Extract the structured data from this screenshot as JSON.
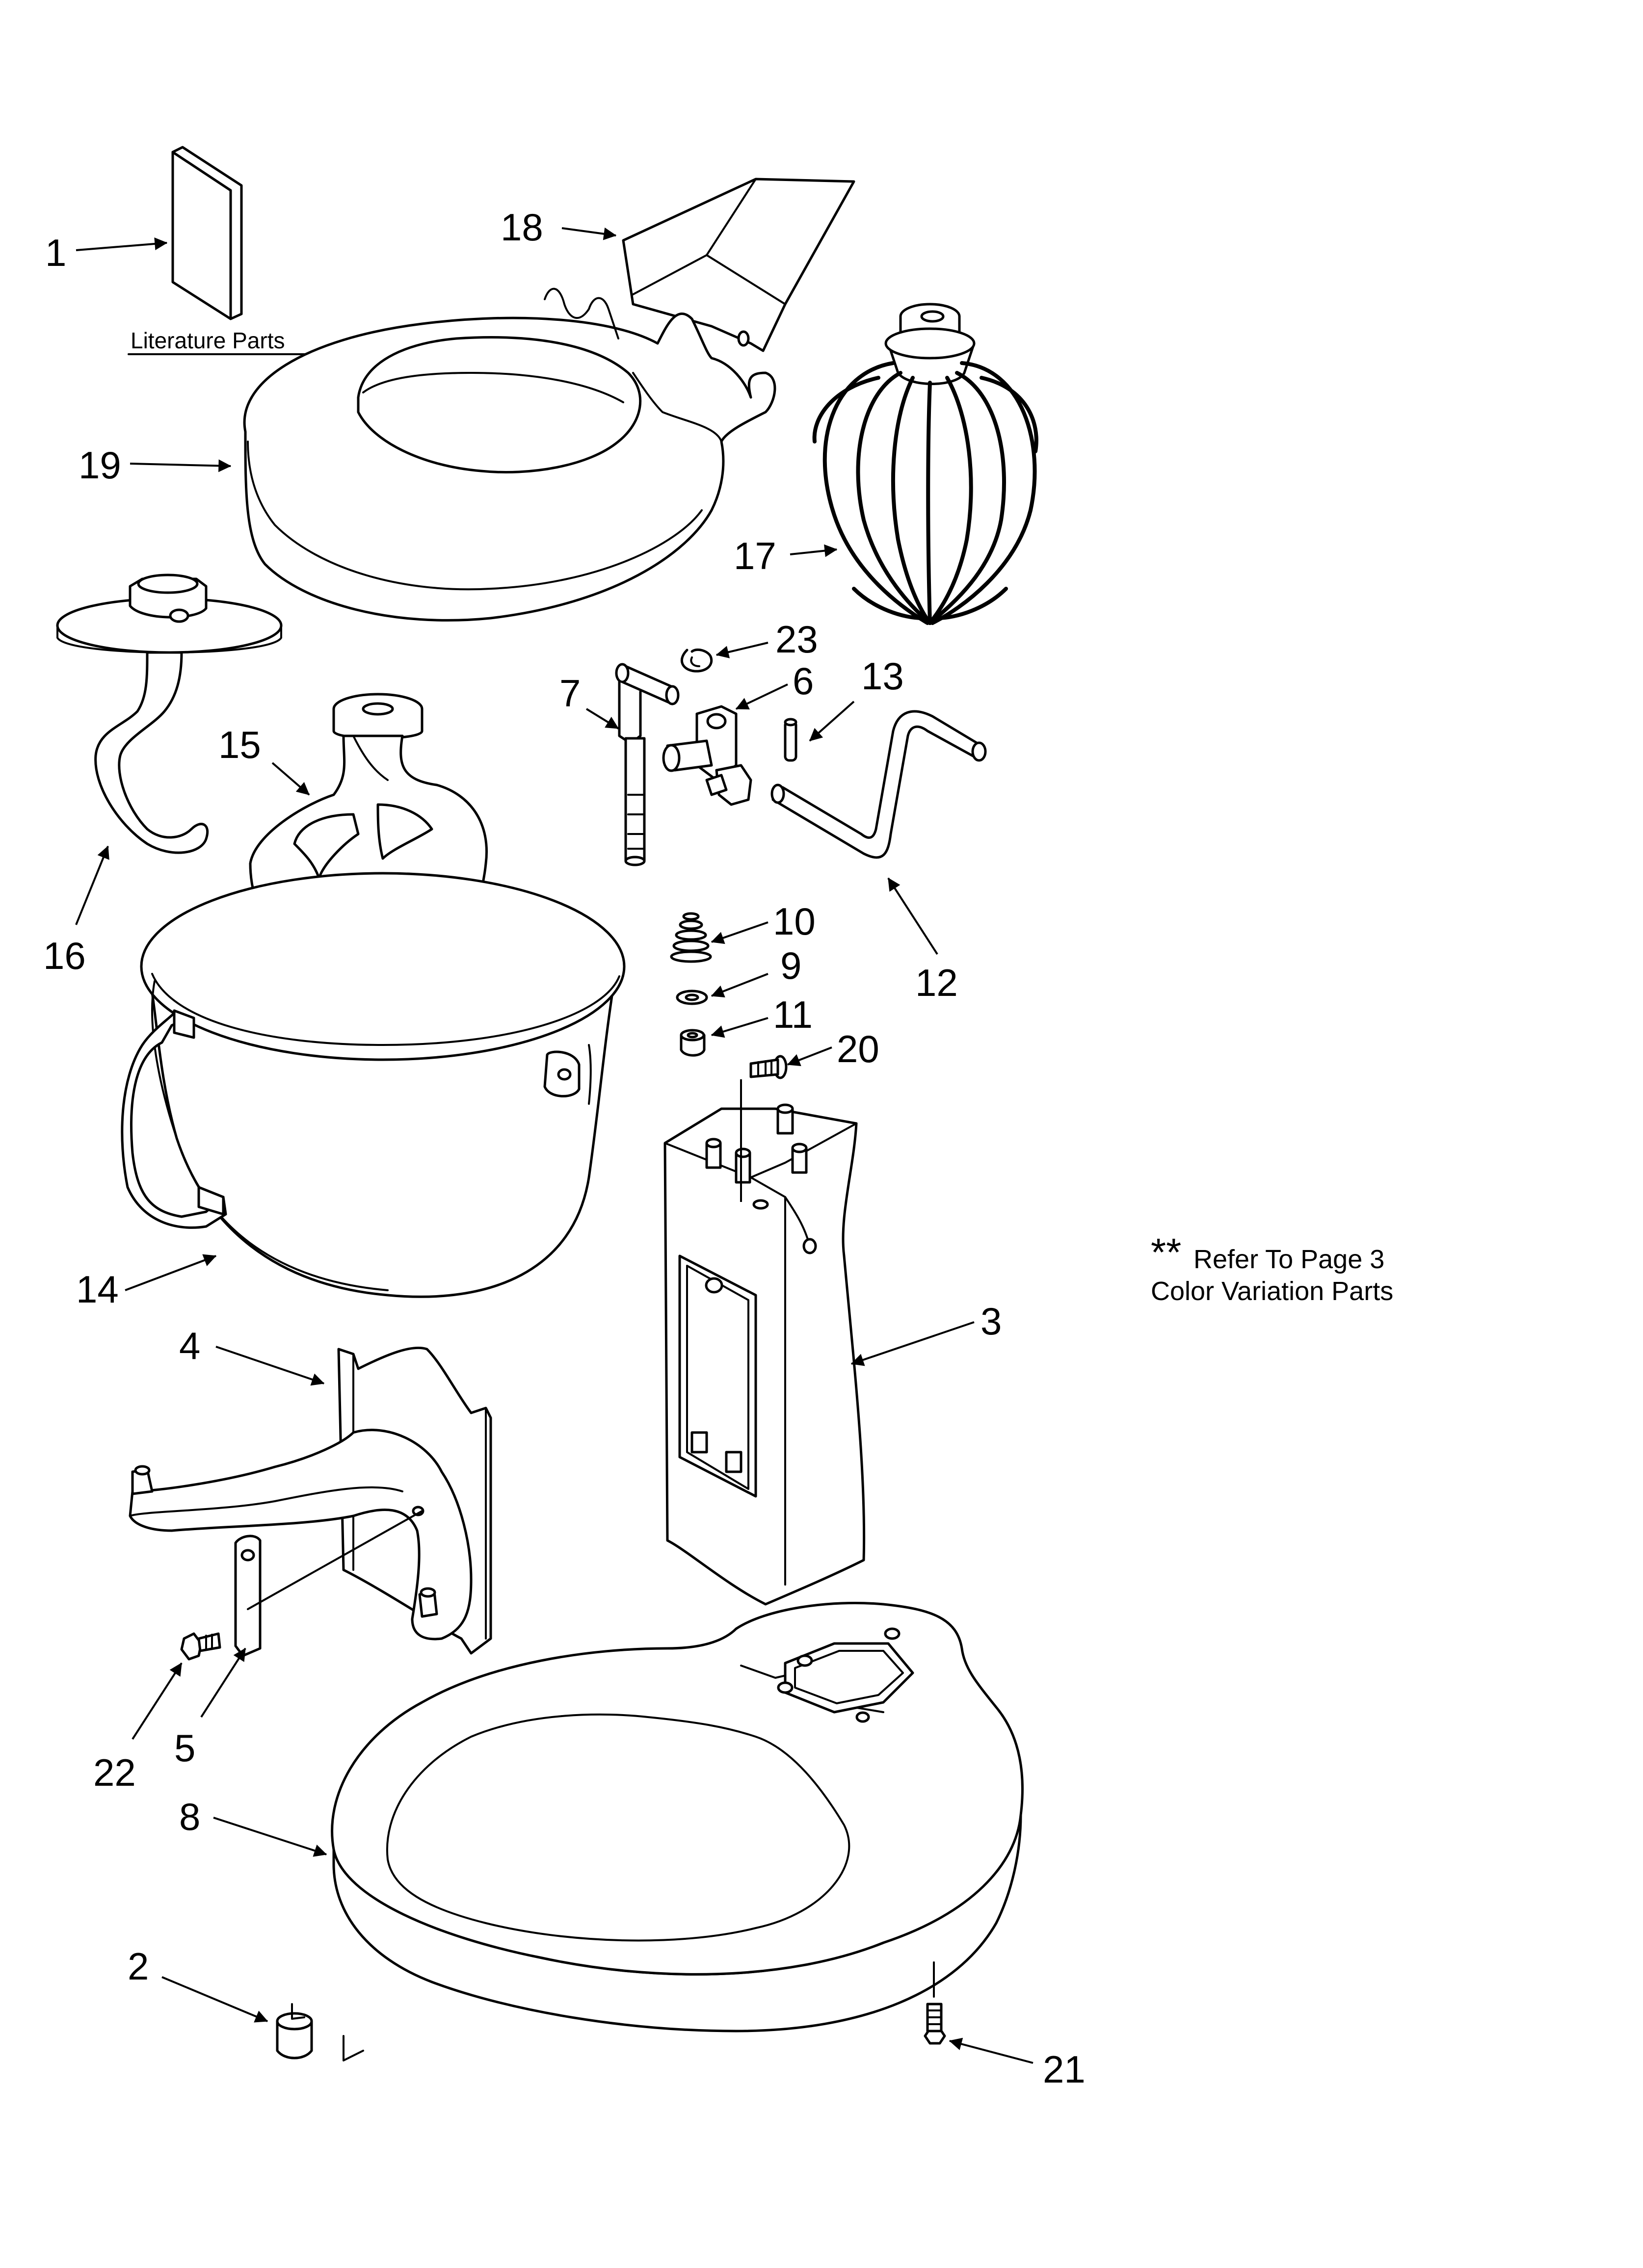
{
  "callouts": [
    {
      "id": "1",
      "label": "1"
    },
    {
      "id": "2",
      "label": "2"
    },
    {
      "id": "3",
      "label": "3"
    },
    {
      "id": "4",
      "label": "4"
    },
    {
      "id": "5",
      "label": "5"
    },
    {
      "id": "6",
      "label": "6"
    },
    {
      "id": "7",
      "label": "7"
    },
    {
      "id": "8",
      "label": "8"
    },
    {
      "id": "9",
      "label": "9"
    },
    {
      "id": "10",
      "label": "10"
    },
    {
      "id": "11",
      "label": "11"
    },
    {
      "id": "12",
      "label": "12"
    },
    {
      "id": "13",
      "label": "13"
    },
    {
      "id": "14",
      "label": "14"
    },
    {
      "id": "15",
      "label": "15"
    },
    {
      "id": "16",
      "label": "16"
    },
    {
      "id": "17",
      "label": "17"
    },
    {
      "id": "18",
      "label": "18"
    },
    {
      "id": "19",
      "label": "19"
    },
    {
      "id": "20",
      "label": "20"
    },
    {
      "id": "21",
      "label": "21"
    },
    {
      "id": "22",
      "label": "22"
    },
    {
      "id": "23",
      "label": "23"
    }
  ],
  "literature_label": "Literature Parts",
  "note": {
    "stars": "**",
    "line1": "Refer To Page 3",
    "line2": "Color Variation Parts"
  }
}
